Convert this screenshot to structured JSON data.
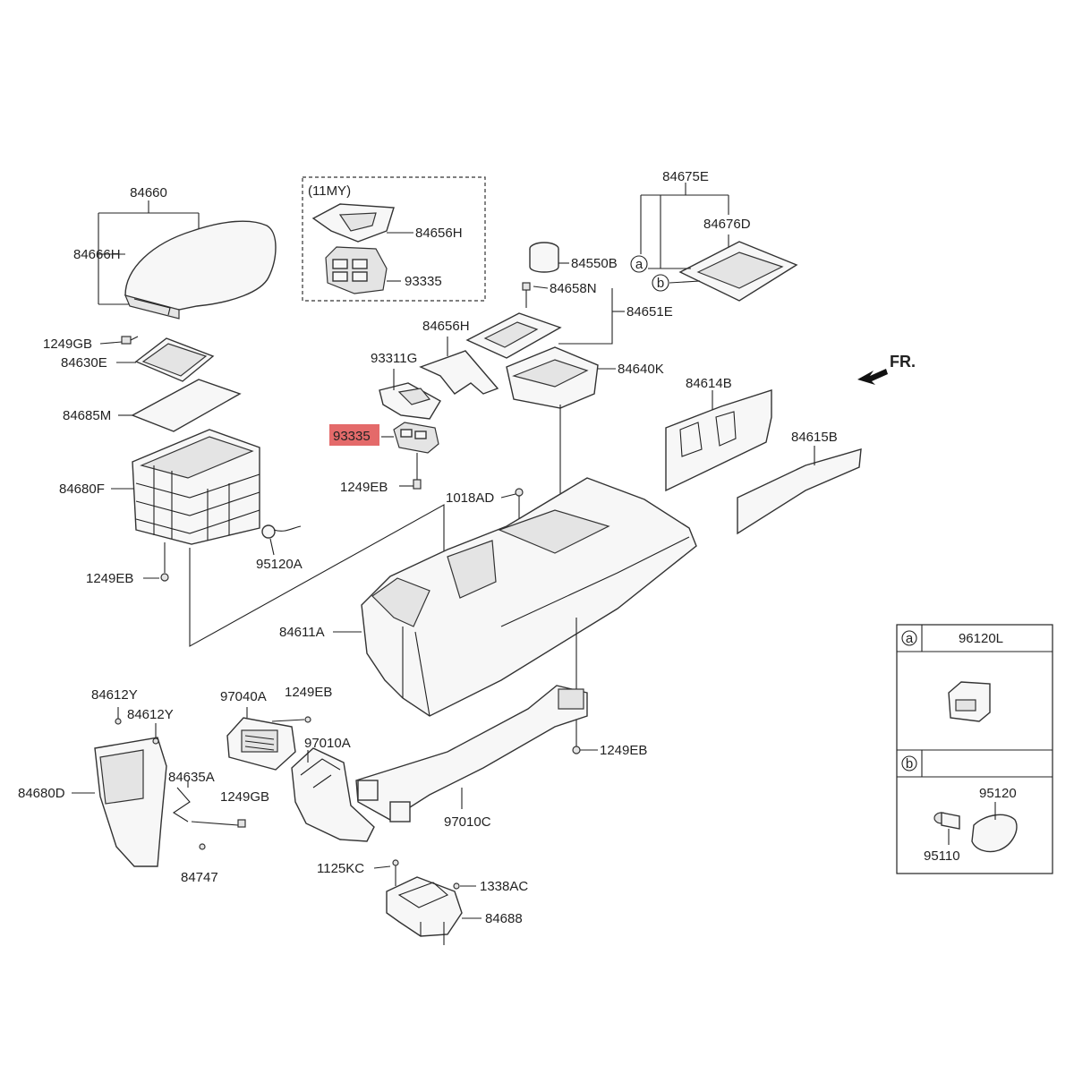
{
  "direction_label": "FR.",
  "option_group_label": "(11MY)",
  "highlighted_part": "93335",
  "labels": {
    "p84660": "84660",
    "p84666H": "84666H",
    "p1249GB_a": "1249GB",
    "p84630E": "84630E",
    "p84685M": "84685M",
    "p84680F": "84680F",
    "p1249EB_a": "1249EB",
    "p95120A": "95120A",
    "p84656H_a": "84656H",
    "p93335_a": "93335",
    "p84656H_b": "84656H",
    "p93311G": "93311G",
    "p93335_b": "93335",
    "p1249EB_b": "1249EB",
    "p1018AD": "1018AD",
    "p84550B": "84550B",
    "p84658N": "84658N",
    "p84651E": "84651E",
    "p84640K": "84640K",
    "p84675E": "84675E",
    "p84676D": "84676D",
    "p84614B": "84614B",
    "p84615B": "84615B",
    "p84611A": "84611A",
    "p84612Y_a": "84612Y",
    "p84612Y_b": "84612Y",
    "p84680D": "84680D",
    "p84635A": "84635A",
    "p1249GB_b": "1249GB",
    "p84747": "84747",
    "p97040A": "97040A",
    "p1249EB_c": "1249EB",
    "p97010A": "97010A",
    "p97010C": "97010C",
    "p1249EB_d": "1249EB",
    "p1125KC": "1125KC",
    "p1338AC": "1338AC",
    "p84688": "84688"
  },
  "callout_a": "a",
  "callout_b": "b",
  "inset": {
    "a_marker": "a",
    "a_part": "96120L",
    "b_marker": "b",
    "b_part_1": "95120",
    "b_part_2": "95110"
  }
}
